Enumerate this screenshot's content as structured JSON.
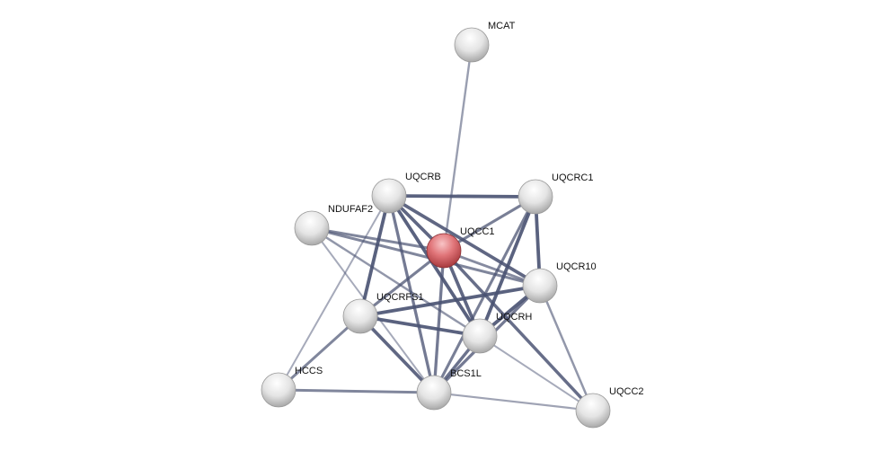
{
  "network": {
    "query_color": "#d9575c",
    "node_color": "#e6e6e6",
    "edge_color": "#4a5272",
    "nodes": [
      {
        "id": "MCAT",
        "label": "MCAT",
        "query": false
      },
      {
        "id": "UQCRB",
        "label": "UQCRB",
        "query": false
      },
      {
        "id": "UQCRC1",
        "label": "UQCRC1",
        "query": false
      },
      {
        "id": "NDUFAF2",
        "label": "NDUFAF2",
        "query": false
      },
      {
        "id": "UQCC1",
        "label": "UQCC1",
        "query": true
      },
      {
        "id": "UQCR10",
        "label": "UQCR10",
        "query": false
      },
      {
        "id": "UQCRFS1",
        "label": "UQCRFS1",
        "query": false
      },
      {
        "id": "UQCRH",
        "label": "UQCRH",
        "query": false
      },
      {
        "id": "HCCS",
        "label": "HCCS",
        "query": false
      },
      {
        "id": "BCS1L",
        "label": "BCS1L",
        "query": false
      },
      {
        "id": "UQCC2",
        "label": "UQCC2",
        "query": false
      }
    ],
    "edges": [
      [
        "MCAT",
        "UQCC1",
        0.45
      ],
      [
        "UQCRB",
        "UQCRC1",
        0.95
      ],
      [
        "UQCRB",
        "UQCRFS1",
        0.95
      ],
      [
        "UQCRB",
        "UQCC1",
        0.9
      ],
      [
        "UQCRB",
        "UQCR10",
        0.9
      ],
      [
        "UQCRB",
        "UQCRH",
        0.95
      ],
      [
        "UQCRB",
        "BCS1L",
        0.75
      ],
      [
        "UQCRB",
        "HCCS",
        0.35
      ],
      [
        "UQCRC1",
        "UQCC1",
        0.7
      ],
      [
        "UQCRC1",
        "UQCR10",
        0.95
      ],
      [
        "UQCRC1",
        "UQCRH",
        0.95
      ],
      [
        "UQCRC1",
        "BCS1L",
        0.7
      ],
      [
        "NDUFAF2",
        "UQCC1",
        0.65
      ],
      [
        "NDUFAF2",
        "UQCR10",
        0.65
      ],
      [
        "NDUFAF2",
        "BCS1L",
        0.35
      ],
      [
        "NDUFAF2",
        "UQCRH",
        0.5
      ],
      [
        "UQCC1",
        "UQCRFS1",
        0.7
      ],
      [
        "UQCC1",
        "UQCR10",
        0.6
      ],
      [
        "UQCC1",
        "UQCRH",
        0.9
      ],
      [
        "UQCC1",
        "BCS1L",
        0.75
      ],
      [
        "UQCC1",
        "UQCC2",
        0.85
      ],
      [
        "UQCRFS1",
        "UQCR10",
        0.95
      ],
      [
        "UQCRFS1",
        "UQCRH",
        0.95
      ],
      [
        "UQCRFS1",
        "BCS1L",
        0.9
      ],
      [
        "UQCRFS1",
        "HCCS",
        0.65
      ],
      [
        "UQCR10",
        "UQCRH",
        0.95
      ],
      [
        "UQCR10",
        "BCS1L",
        0.75
      ],
      [
        "UQCR10",
        "UQCC2",
        0.5
      ],
      [
        "UQCRH",
        "BCS1L",
        0.8
      ],
      [
        "UQCRH",
        "UQCC2",
        0.35
      ],
      [
        "HCCS",
        "BCS1L",
        0.65
      ],
      [
        "BCS1L",
        "UQCC2",
        0.4
      ]
    ]
  }
}
